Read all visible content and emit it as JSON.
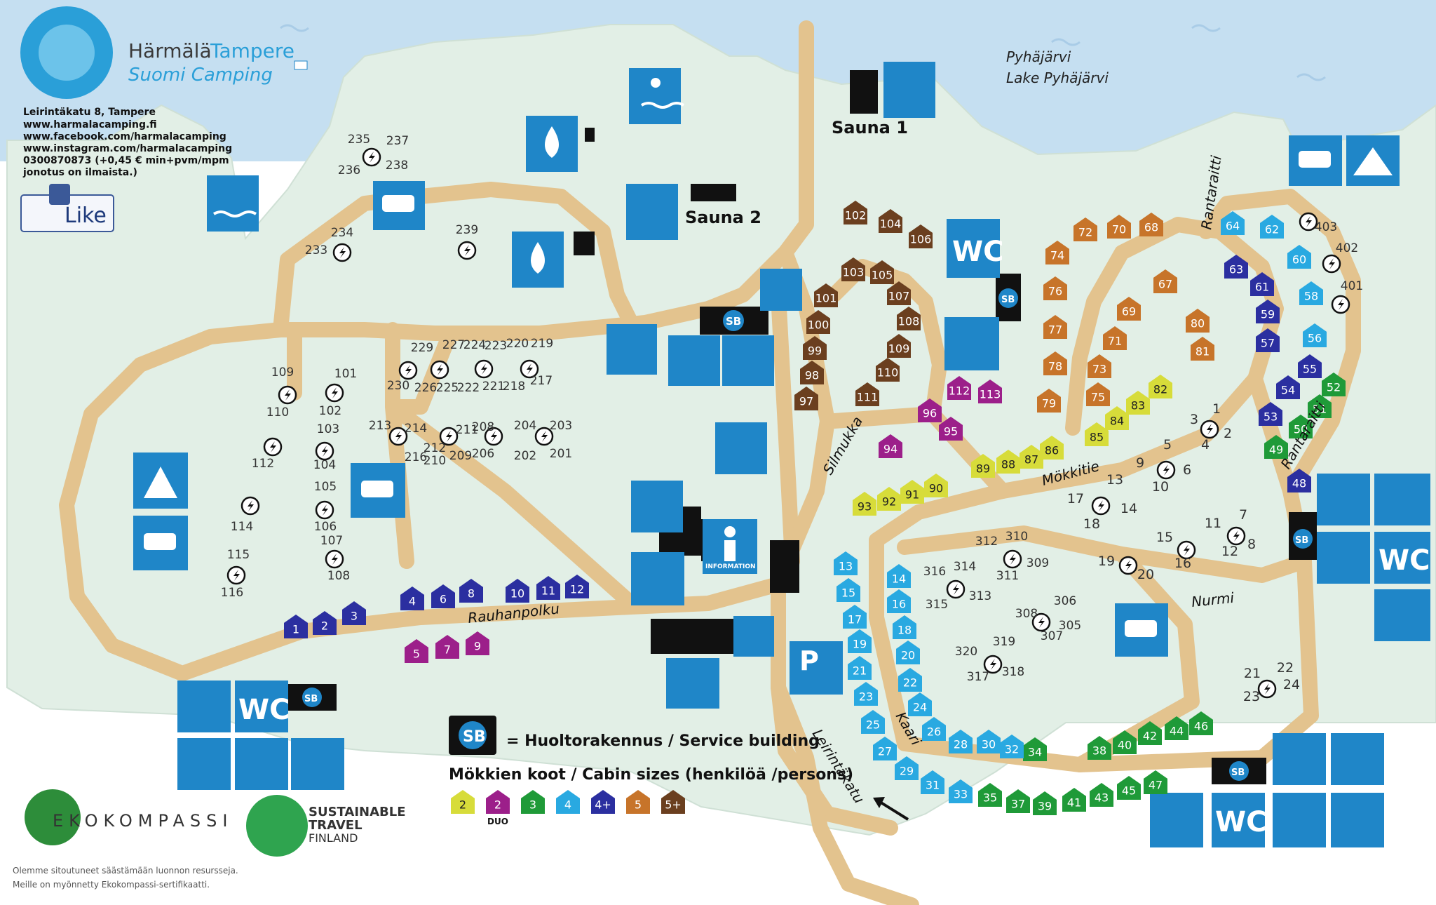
{
  "header": {
    "brand_line1_a": "Härmälä",
    "brand_line1_b": "Tampere",
    "brand_line2": "Suomi Camping",
    "contact": [
      "Leirintäkatu 8, Tampere",
      "www.harmalacamping.fi",
      "www.facebook.com/harmalacamping",
      "www.instagram.com/harmalacamping",
      "0300870873 (+0,45 € min+pvm/mpm",
      "jonotus on ilmaista.)"
    ],
    "like_label": "Like"
  },
  "lake": {
    "name_fi": "Pyhäjärvi",
    "name_en": "Lake Pyhäjärvi"
  },
  "labels": {
    "sauna1": "Sauna 1",
    "sauna2": "Sauna 2",
    "wc": "WC",
    "sb": "SB",
    "information": "INFORMATION",
    "parking": "P"
  },
  "roads": {
    "rauhanpolku": "Rauhanpolku",
    "silmukka": "Silmukka",
    "mokkitie": "Mökkitie",
    "rantaraitti": "Rantaraitti",
    "nurmi": "Nurmi",
    "kaari": "Kaari",
    "leirintakatu": "Leirintäkatu"
  },
  "legend": {
    "sb_text": "= Huoltorakennus / Service building",
    "cabins_title": "Mökkien koot / Cabin sizes (henkilöä /persons)",
    "sizes": [
      {
        "label": "2",
        "color": "#d7dc3a",
        "sub": ""
      },
      {
        "label": "2",
        "color": "#9c1f8a",
        "sub": "DUO"
      },
      {
        "label": "3",
        "color": "#1f9a38",
        "sub": ""
      },
      {
        "label": "4",
        "color": "#29a9e1",
        "sub": ""
      },
      {
        "label": "4+",
        "color": "#2b2fa0",
        "sub": ""
      },
      {
        "label": "5",
        "color": "#c7742a",
        "sub": ""
      },
      {
        "label": "5+",
        "color": "#6b3f1f",
        "sub": ""
      }
    ]
  },
  "footer": {
    "ekokompassi": "EKOKOMPASSI",
    "stf1": "SUSTAINABLE",
    "stf2": "TRAVEL",
    "stf3": "FINLAND",
    "note1": "Olemme sitoutuneet säästämään luonnon resursseja.",
    "note2": "Meille on myönnetty Ekokompassi-sertifikaatti."
  },
  "cabins": {
    "yellow": [
      "82",
      "83",
      "84",
      "85",
      "86",
      "87",
      "88",
      "89",
      "90",
      "91",
      "92",
      "93"
    ],
    "purple": [
      "5",
      "7",
      "9",
      "94",
      "95",
      "96",
      "112",
      "113"
    ],
    "green": [
      "34",
      "35",
      "37",
      "38",
      "39",
      "40",
      "41",
      "42",
      "43",
      "44",
      "45",
      "46",
      "47",
      "49",
      "50",
      "51",
      "52"
    ],
    "blue": [
      "13",
      "14",
      "15",
      "16",
      "17",
      "18",
      "19",
      "20",
      "21",
      "22",
      "23",
      "24",
      "25",
      "26",
      "27",
      "28",
      "29",
      "30",
      "31",
      "32",
      "33",
      "56",
      "58",
      "60",
      "62",
      "64"
    ],
    "navy": [
      "1",
      "2",
      "3",
      "4",
      "6",
      "8",
      "10",
      "11",
      "12",
      "48",
      "53",
      "54",
      "55",
      "57",
      "59",
      "61",
      "63"
    ],
    "orange": [
      "67",
      "68",
      "69",
      "70",
      "71",
      "72",
      "73",
      "74",
      "75",
      "76",
      "77",
      "78",
      "79",
      "80",
      "81"
    ],
    "brown": [
      "97",
      "98",
      "99",
      "100",
      "101",
      "102",
      "103",
      "104",
      "105",
      "106",
      "107",
      "108",
      "109",
      "110",
      "111"
    ]
  },
  "campsites": [
    "101",
    "102",
    "103",
    "104",
    "105",
    "106",
    "107",
    "108",
    "109",
    "110",
    "112",
    "114",
    "115",
    "116",
    "201",
    "202",
    "203",
    "204",
    "206",
    "208",
    "209",
    "210",
    "211",
    "212",
    "213",
    "214",
    "216",
    "217",
    "218",
    "219",
    "220",
    "221",
    "222",
    "223",
    "224",
    "225",
    "226",
    "227",
    "229",
    "230",
    "233",
    "234",
    "235",
    "236",
    "237",
    "238",
    "239",
    "1",
    "3",
    "4",
    "5",
    "6",
    "7",
    "8",
    "9",
    "10",
    "11",
    "12",
    "13",
    "14",
    "15",
    "16",
    "17",
    "18",
    "19",
    "20",
    "21",
    "22",
    "23",
    "24",
    "2",
    "305",
    "306",
    "307",
    "308",
    "309",
    "310",
    "311",
    "312",
    "313",
    "314",
    "315",
    "316",
    "317",
    "318",
    "319",
    "320",
    "401",
    "402",
    "403"
  ]
}
